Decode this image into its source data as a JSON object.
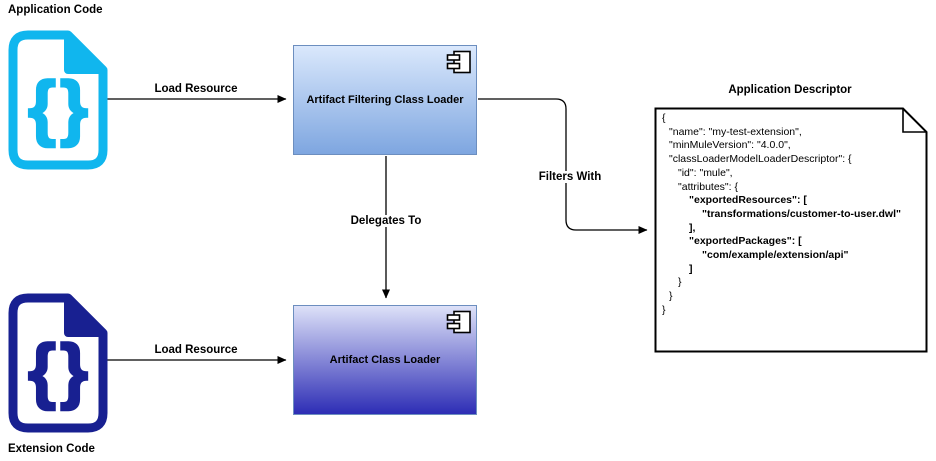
{
  "diagram": {
    "nodes": {
      "application_code": {
        "label": "Application Code",
        "icon": "code-file-icon",
        "color": "#10b6ee"
      },
      "extension_code": {
        "label": "Extension Code",
        "icon": "code-file-icon",
        "color": "#182091"
      },
      "artifact_filtering_class_loader": {
        "label": "Artifact Filtering Class Loader",
        "icon": "uml-component-icon",
        "fill_top": "#dae8fc",
        "fill_bottom": "#7ea6e0",
        "stroke": "#6c8ebf"
      },
      "artifact_class_loader": {
        "label": "Artifact Class Loader",
        "icon": "uml-component-icon",
        "fill_top": "#dde1f8",
        "fill_bottom": "#2d2db5",
        "stroke": "#6c8ebf"
      },
      "application_descriptor": {
        "label": "Application Descriptor",
        "shape": "note",
        "fill": "#ffffff",
        "stroke": "#000000"
      }
    },
    "edges": [
      {
        "label": "Load Resource",
        "from": "application_code",
        "to": "artifact_filtering_class_loader"
      },
      {
        "label": "Delegates To",
        "from": "artifact_filtering_class_loader",
        "to": "artifact_class_loader"
      },
      {
        "label": "Load Resource",
        "from": "extension_code",
        "to": "artifact_class_loader"
      },
      {
        "label": "Filters With",
        "from": "artifact_filtering_class_loader",
        "to": "application_descriptor"
      }
    ],
    "descriptor_code": {
      "lines": [
        {
          "text": "{",
          "indent": 0,
          "bold": false
        },
        {
          "text": "\"name\": \"my-test-extension\",",
          "indent": 1,
          "bold": false
        },
        {
          "text": "\"minMuleVersion\": \"4.0.0\",",
          "indent": 1,
          "bold": false
        },
        {
          "text": "\"classLoaderModelLoaderDescriptor\": {",
          "indent": 1,
          "bold": false
        },
        {
          "text": "\"id\": \"mule\",",
          "indent": 2,
          "bold": false
        },
        {
          "text": "\"attributes\": {",
          "indent": 2,
          "bold": false
        },
        {
          "text": "\"exportedResources\": [",
          "indent": 3,
          "bold": true
        },
        {
          "text": "\"transformations/customer-to-user.dwl\"",
          "indent": 4,
          "bold": true
        },
        {
          "text": "],",
          "indent": 3,
          "bold": true
        },
        {
          "text": "\"exportedPackages\": [",
          "indent": 3,
          "bold": true
        },
        {
          "text": "\"com/example/extension/api\"",
          "indent": 4,
          "bold": true
        },
        {
          "text": "]",
          "indent": 3,
          "bold": true
        },
        {
          "text": "}",
          "indent": 2,
          "bold": false
        },
        {
          "text": "}",
          "indent": 1,
          "bold": false
        },
        {
          "text": "}",
          "indent": 0,
          "bold": false
        }
      ]
    }
  }
}
